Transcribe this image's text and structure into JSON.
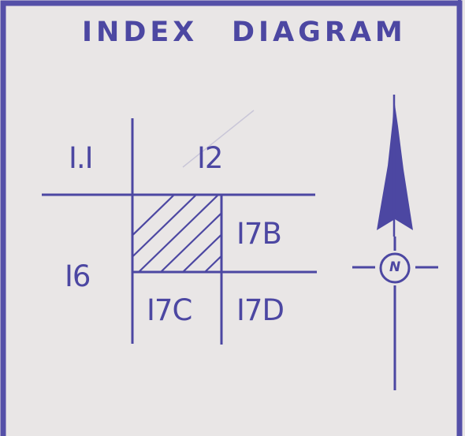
{
  "title_left": "INDEX",
  "title_right": "DIAGRAM",
  "sheets": {
    "s11": "I.I",
    "s12": "I2",
    "s16": "I6",
    "s17b": "I7B",
    "s17c": "I7C",
    "s17d": "I7D"
  },
  "north_label": "N",
  "colors": {
    "ink": "#4c47a2",
    "paper": "#e9e6e6",
    "border": "#5550a8"
  },
  "icons": {
    "north_arrow": "north-arrow-icon"
  }
}
